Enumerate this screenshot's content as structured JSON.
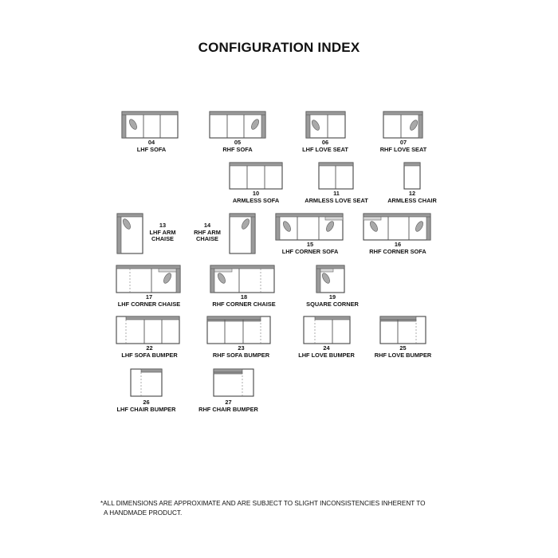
{
  "title": "CONFIGURATION INDEX",
  "items": [
    {
      "number": "04",
      "name": "LHF SOFA"
    },
    {
      "number": "05",
      "name": "RHF SOFA"
    },
    {
      "number": "06",
      "name": "LHF LOVE SEAT"
    },
    {
      "number": "07",
      "name": "RHF LOVE SEAT"
    },
    {
      "number": "10",
      "name": "ARMLESS SOFA"
    },
    {
      "number": "11",
      "name": "ARMLESS LOVE SEAT"
    },
    {
      "number": "12",
      "name": "ARMLESS CHAIR"
    },
    {
      "number": "13",
      "name_lines": [
        "LHF ARM",
        "CHAISE"
      ]
    },
    {
      "number": "14",
      "name_lines": [
        "RHF ARM",
        "CHAISE"
      ]
    },
    {
      "number": "15",
      "name": "LHF CORNER SOFA"
    },
    {
      "number": "16",
      "name": "RHF CORNER SOFA"
    },
    {
      "number": "17",
      "name": "LHF CORNER CHAISE"
    },
    {
      "number": "18",
      "name": "RHF CORNER CHAISE"
    },
    {
      "number": "19",
      "name": "SQUARE CORNER"
    },
    {
      "number": "22",
      "name": "LHF SOFA BUMPER"
    },
    {
      "number": "23",
      "name": "RHF SOFA BUMPER"
    },
    {
      "number": "24",
      "name": "LHF LOVE BUMPER"
    },
    {
      "number": "25",
      "name": "RHF LOVE BUMPER"
    },
    {
      "number": "26",
      "name": "LHF CHAIR BUMPER"
    },
    {
      "number": "27",
      "name": "RHF CHAIR BUMPER"
    }
  ],
  "footnote_lines": [
    "*ALL DIMENSIONS ARE APPROXIMATE AND ARE SUBJECT TO SLIGHT INCONSISTENCIES INHERENT TO",
    "A HANDMADE PRODUCT."
  ]
}
